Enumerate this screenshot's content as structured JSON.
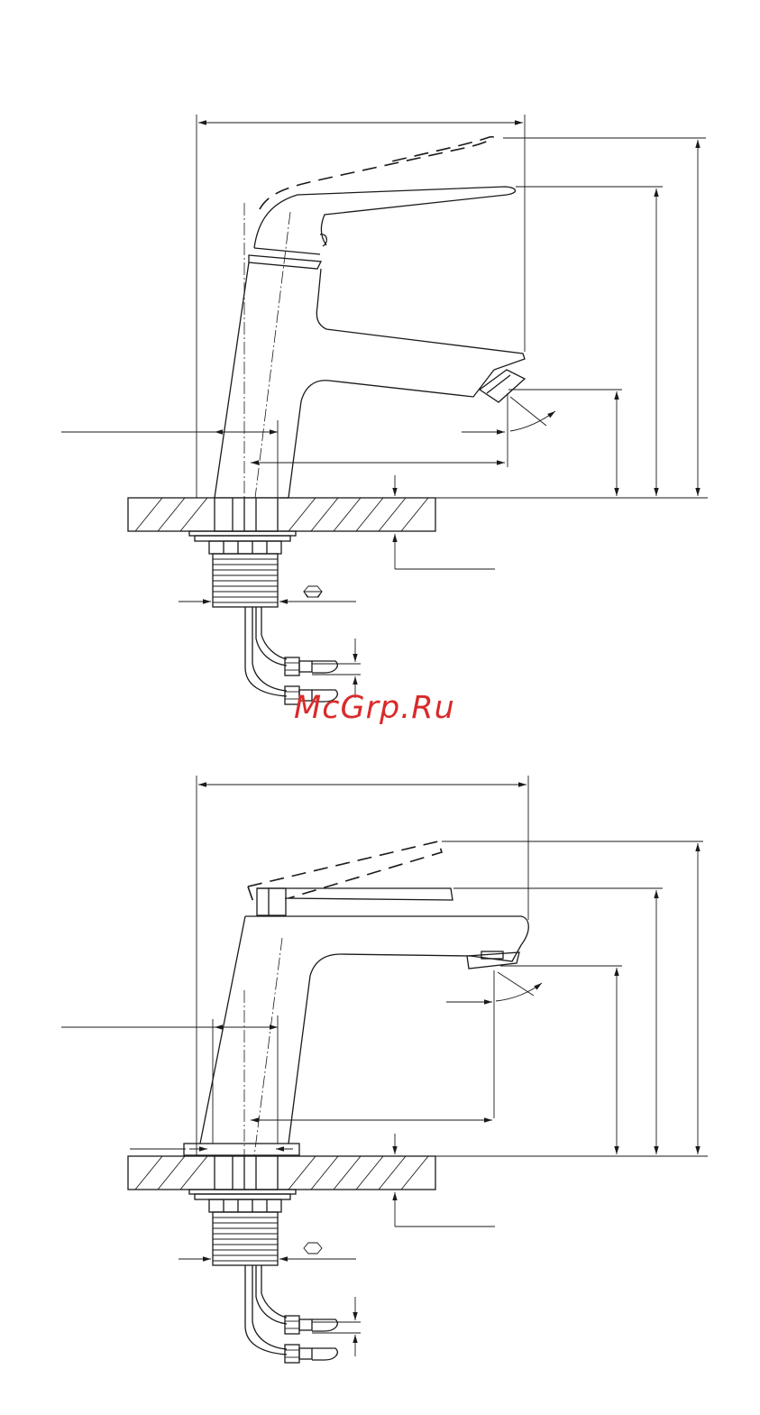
{
  "watermark": {
    "text": "McGrp.Ru",
    "color": "#d92a2a"
  },
  "views": [
    {
      "id": "top",
      "label": ""
    },
    {
      "id": "bottom",
      "label": ""
    }
  ],
  "icons": [
    "hex-wrench-icon"
  ]
}
